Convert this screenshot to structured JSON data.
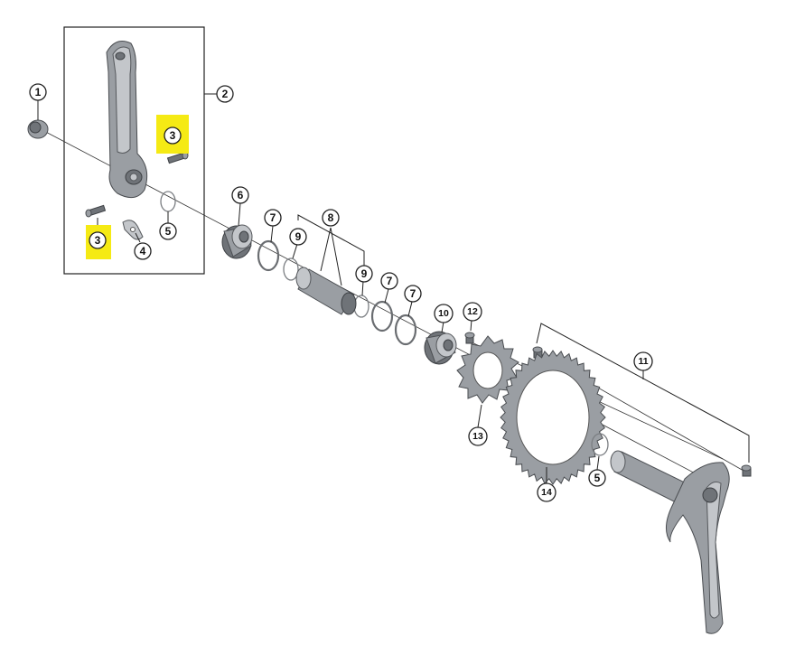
{
  "callouts": [
    {
      "id": "c1",
      "label": "1",
      "highlight": false
    },
    {
      "id": "c2",
      "label": "2",
      "highlight": false
    },
    {
      "id": "c3a",
      "label": "3",
      "highlight": true
    },
    {
      "id": "c3b",
      "label": "3",
      "highlight": true
    },
    {
      "id": "c4",
      "label": "4",
      "highlight": false
    },
    {
      "id": "c5a",
      "label": "5",
      "highlight": false
    },
    {
      "id": "c6",
      "label": "6",
      "highlight": false
    },
    {
      "id": "c7a",
      "label": "7",
      "highlight": false
    },
    {
      "id": "c8",
      "label": "8",
      "highlight": false
    },
    {
      "id": "c9a",
      "label": "9",
      "highlight": false
    },
    {
      "id": "c9b",
      "label": "9",
      "highlight": false
    },
    {
      "id": "c7b",
      "label": "7",
      "highlight": false
    },
    {
      "id": "c7c",
      "label": "7",
      "highlight": false
    },
    {
      "id": "c10",
      "label": "10",
      "highlight": false
    },
    {
      "id": "c12",
      "label": "12",
      "highlight": false
    },
    {
      "id": "c11",
      "label": "11",
      "highlight": false
    },
    {
      "id": "c13",
      "label": "13",
      "highlight": false
    },
    {
      "id": "c14",
      "label": "14",
      "highlight": false
    },
    {
      "id": "c5b",
      "label": "5",
      "highlight": false
    }
  ],
  "colors": {
    "highlight": "#f5ea14",
    "metal_dark": "#6f7378",
    "metal_light": "#c3c6ca",
    "line": "#222222"
  }
}
